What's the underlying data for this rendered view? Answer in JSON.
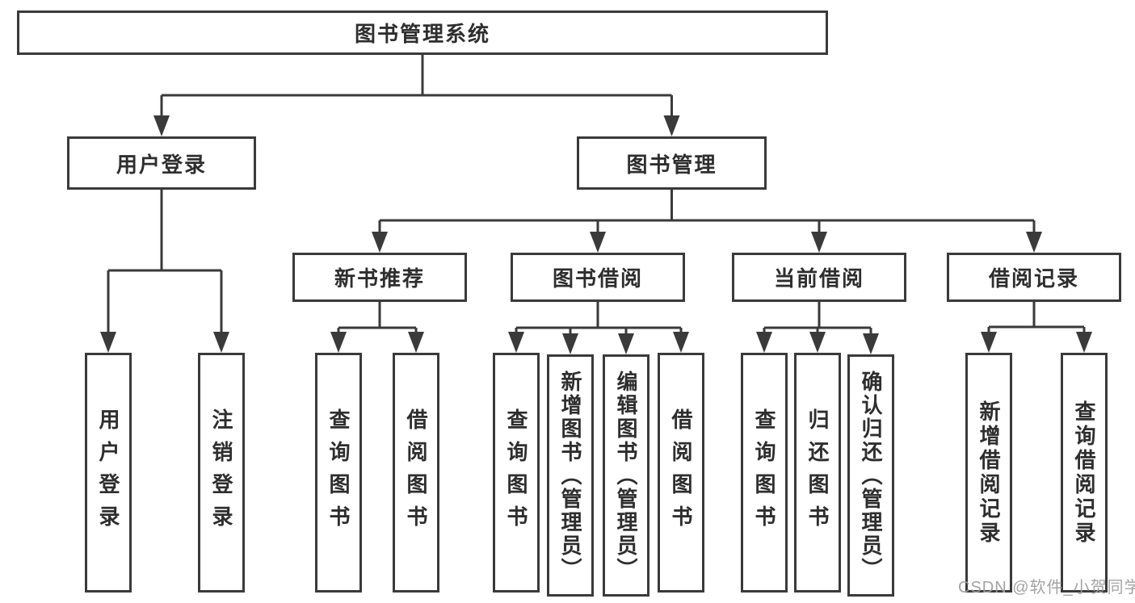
{
  "diagram": {
    "root": {
      "label": "图书管理系统"
    },
    "branches": [
      {
        "label": "用户登录",
        "children": [
          {
            "label": "用户登录"
          },
          {
            "label": "注销登录"
          }
        ]
      },
      {
        "label": "图书管理",
        "children": [
          {
            "label": "新书推荐",
            "children": [
              {
                "label": "查询图书"
              },
              {
                "label": "借阅图书"
              }
            ]
          },
          {
            "label": "图书借阅",
            "children": [
              {
                "label": "查询图书"
              },
              {
                "label": "新增图书（管理员）"
              },
              {
                "label": "编辑图书（管理员）"
              },
              {
                "label": "借阅图书"
              }
            ]
          },
          {
            "label": "当前借阅",
            "children": [
              {
                "label": "查询图书"
              },
              {
                "label": "归还图书"
              },
              {
                "label": "确认归还（管理员）"
              }
            ]
          },
          {
            "label": "借阅记录",
            "children": [
              {
                "label": "新增借阅记录"
              },
              {
                "label": "查询借阅记录"
              }
            ]
          }
        ]
      }
    ]
  },
  "watermark": {
    "text": "CSDN @软件_小贺同学"
  },
  "colors": {
    "line": "#3a3a3a",
    "box_border": "#3a3a3a",
    "text": "#2e2e2e",
    "watermark": "#9e9e9e",
    "background": "#ffffff"
  }
}
